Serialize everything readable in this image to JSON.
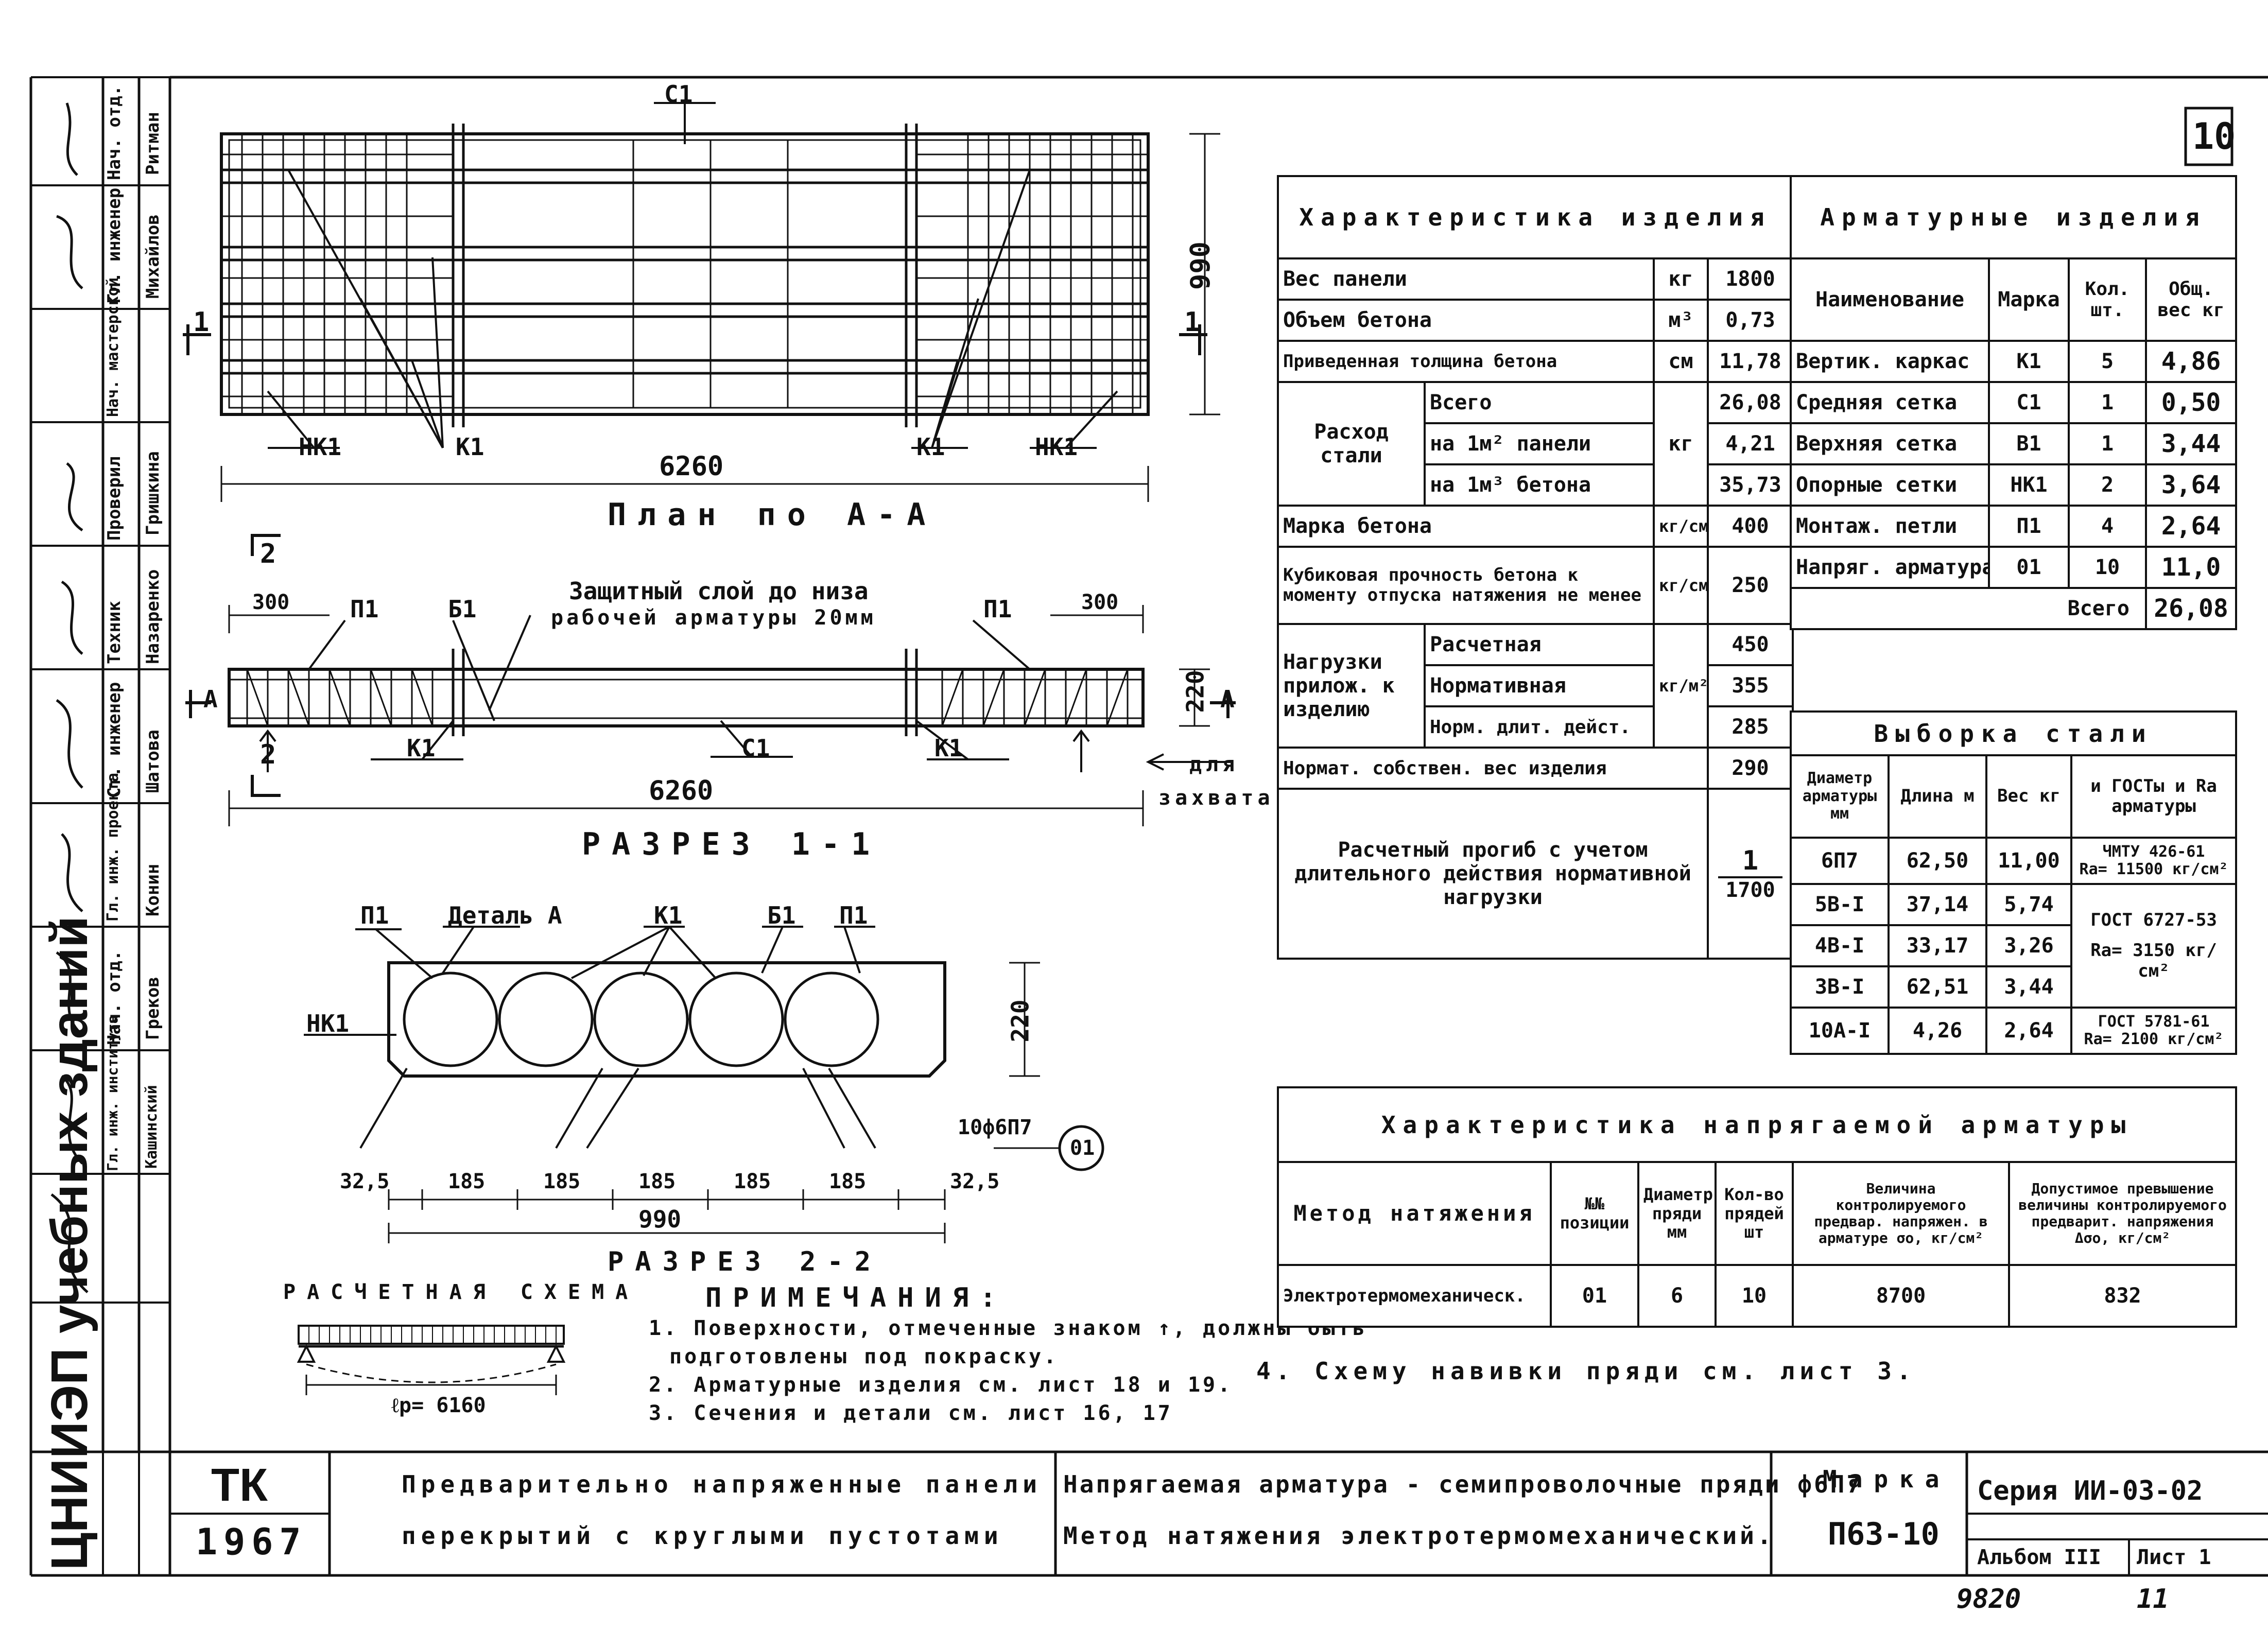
{
  "sheet_no": "10",
  "plan": {
    "title": "План по А-А",
    "length": "6260",
    "width": "990",
    "labels": {
      "nk1_left": "НК1",
      "k1_left": "К1",
      "c1_top": "С1",
      "k1_right": "К1",
      "nk1_right": "НК1",
      "section_mark": "1"
    }
  },
  "section11": {
    "title": "РАЗРЕЗ 1-1",
    "note": [
      "Защитный слой до низа",
      "рабочей арматуры 20мм"
    ],
    "length": "6260",
    "height": "220",
    "dim_left": "300",
    "dim_right": "300",
    "labels": {
      "p1_left": "П1",
      "b1": "Б1",
      "p1_right": "П1",
      "k1_left": "К1",
      "c1": "С1",
      "k1_right": "К1",
      "mark_a": "А",
      "mark_2": "2",
      "grip": [
        "для",
        "захвата"
      ]
    }
  },
  "section22": {
    "title": "РАЗРЕЗ 2-2",
    "labels": {
      "p1_left": "П1",
      "detail": "Деталь А",
      "k1": "К1",
      "b1": "Б1",
      "p1_right": "П1",
      "nk1": "НК1"
    },
    "height": "220",
    "dims": [
      "32,5",
      "185",
      "185",
      "185",
      "185",
      "185",
      "32,5"
    ],
    "total": "990",
    "callout": "10ф6П7",
    "callout_mark": "01"
  },
  "scheme": {
    "title": "РАСЧЕТНАЯ СХЕМА",
    "span": "ℓр= 6160"
  },
  "notes": {
    "title": "ПРИМЕЧАНИЯ:",
    "items": [
      "1. Поверхности, отмеченные знаком ↑, должны быть",
      "подготовлены под покраску.",
      "2. Арматурные изделия см. лист 18 и 19.",
      "3. Сечения и детали см. лист 16, 17"
    ],
    "extra": "4. Схему навивки пряди см. лист 3."
  },
  "product_table": {
    "title": "Характеристика изделия",
    "rows": [
      {
        "name": "Вес панели",
        "unit": "кг",
        "value": "1800"
      },
      {
        "name": "Объем бетона",
        "unit": "м³",
        "value": "0,73"
      },
      {
        "name": "Приведенная толщина бетона",
        "unit": "см",
        "value": "11,78"
      }
    ],
    "steel": {
      "group": "Расход стали",
      "unit": "кг",
      "rows": [
        {
          "name": "Всего",
          "value": "26,08"
        },
        {
          "name": "на 1м² панели",
          "value": "4,21"
        },
        {
          "name": "на 1м³ бетона",
          "value": "35,73"
        }
      ]
    },
    "grade": {
      "name": "Марка бетона",
      "unit": "кг/см²",
      "value": "400"
    },
    "cube": {
      "name": "Кубиковая прочность бетона к моменту отпуска натяжения не менее",
      "unit": "кг/см²",
      "value": "250"
    },
    "load": {
      "group": "Нагрузки прилож. к изделию",
      "unit": "кг/м²",
      "rows": [
        {
          "name": "Расчетная",
          "value": "450"
        },
        {
          "name": "Нормативная",
          "value": "355"
        },
        {
          "name": "Норм. длит. дейст.",
          "value": "285"
        }
      ]
    },
    "own": {
      "name": "Нормат. собствен. вес изделия",
      "value": "290"
    },
    "deflection": {
      "name": "Расчетный прогиб с учетом длительного действия нормативной нагрузки",
      "num": "1",
      "den": "1700"
    }
  },
  "rebar_table": {
    "title": "Арматурные изделия",
    "headers": [
      "Наименование",
      "Марка",
      "Кол. шт.",
      "Общ. вес кг"
    ],
    "rows": [
      [
        "Вертик. каркас",
        "К1",
        "5",
        "4,86"
      ],
      [
        "Средняя сетка",
        "С1",
        "1",
        "0,50"
      ],
      [
        "Верхняя сетка",
        "В1",
        "1",
        "3,44"
      ],
      [
        "Опорные сетки",
        "НК1",
        "2",
        "3,64"
      ],
      [
        "Монтаж. петли",
        "П1",
        "4",
        "2,64"
      ],
      [
        "Напряг. арматура",
        "01",
        "10",
        "11,0"
      ]
    ],
    "total_label": "Всего",
    "total": "26,08"
  },
  "steel_table": {
    "title": "Выборка стали",
    "headers": [
      "Диаметр арматуры мм",
      "Длина м",
      "Вес кг",
      "и ГОСТы и Rа арматуры"
    ],
    "rows": [
      [
        "6П7",
        "62,50",
        "11,00"
      ],
      [
        "5В-I",
        "37,14",
        "5,74"
      ],
      [
        "4В-I",
        "33,17",
        "3,26"
      ],
      [
        "3В-I",
        "62,51",
        "3,44"
      ],
      [
        "10А-I",
        "4,26",
        "2,64"
      ]
    ],
    "gost": [
      [
        "ЧМТУ 426-61",
        "Rа= 11500 кг/см²"
      ],
      [
        "ГОСТ 6727-53",
        "Rа= 3150 кг/см²"
      ],
      [
        "ГОСТ 5781-61",
        "Rа= 2100 кг/см²"
      ]
    ]
  },
  "tension_table": {
    "title": "Характеристика напрягаемой арматуры",
    "headers": [
      "Метод натяжения",
      "№№ позиции",
      "Диаметр пряди мм",
      "Кол-во прядей шт",
      "Величина контролируемого предвар. напряжен. в арматуре σо, кг/см²",
      "Допустимое превышение величины контролируемого предварит. напряжения Δσо, кг/см²"
    ],
    "row": [
      "Электротермомеханическ.",
      "01",
      "6",
      "10",
      "8700",
      "832"
    ]
  },
  "title_block": {
    "org": "ЦНИИЭП учебных зданий",
    "tk": "ТК",
    "year": "1967",
    "title1": "Предварительно напряженные панели",
    "title2": "перекрытий с круглыми пустотами",
    "desc1": "Напрягаемая арматура - семипроволочные пряди ф6П7",
    "desc2": "Метод натяжения электротермомеханический.",
    "mark_label": "Марка",
    "mark": "П63-10",
    "series": "Серия ИИ-03-02",
    "album": "Альбом III",
    "sheet": "Лист 1",
    "hand1": "9820",
    "hand2": "11"
  },
  "stamp": [
    {
      "role": "Нач. отд.",
      "name": "Ритман"
    },
    {
      "role": "Гл. инженер",
      "name": "Михайлов"
    },
    {
      "role": "Нач. мастерской",
      "name": ""
    },
    {
      "role": "Проверил",
      "name": "Гришкина"
    },
    {
      "role": "Техник",
      "name": "Назаренко"
    },
    {
      "role": "Ст. инженер",
      "name": "Шатова"
    },
    {
      "role": "Гл. инж. проекта",
      "name": "Конин"
    },
    {
      "role": "Нач. отд.",
      "name": "Греков"
    },
    {
      "role": "Гл. инж. института",
      "name": "Кашинский"
    }
  ]
}
